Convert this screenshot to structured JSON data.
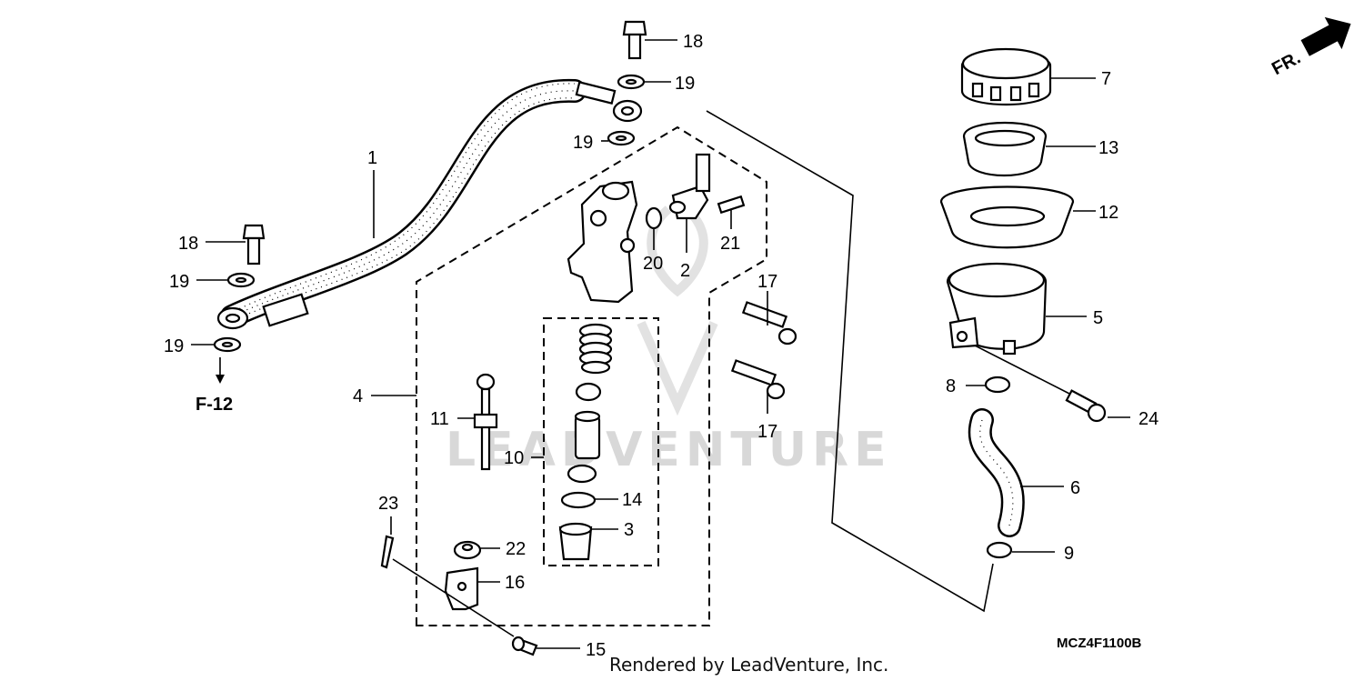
{
  "diagram": {
    "orientation_label": "FR.",
    "drawing_code": "MCZ4F1100B",
    "credit": "Rendered by LeadVenture, Inc.",
    "watermark": "LEADVENTURE",
    "reference": "F-12",
    "callouts": {
      "p1": "1",
      "p2": "2",
      "p3": "3",
      "p4": "4",
      "p5": "5",
      "p6": "6",
      "p7": "7",
      "p8": "8",
      "p9": "9",
      "p10": "10",
      "p11": "11",
      "p12": "12",
      "p13": "13",
      "p14": "14",
      "p15": "15",
      "p16": "16",
      "p17": "17",
      "p18": "18",
      "p19": "19",
      "p20": "20",
      "p21": "21",
      "p22": "22",
      "p23": "23",
      "p24": "24"
    }
  }
}
